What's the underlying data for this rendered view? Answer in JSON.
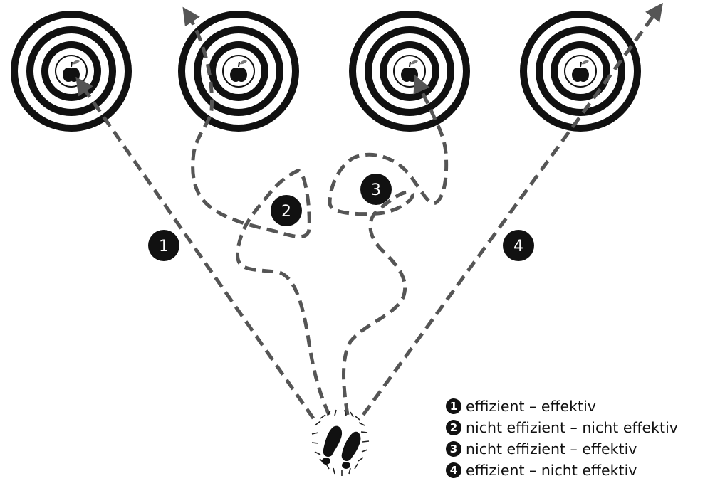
{
  "path_labels": [
    "1",
    "2",
    "3",
    "4"
  ],
  "legend": [
    {
      "number": "1",
      "text": "effizient – effektiv"
    },
    {
      "number": "2",
      "text": "nicht effizient – nicht effektiv"
    },
    {
      "number": "3",
      "text": "nicht effizient – effektiv"
    },
    {
      "number": "4",
      "text": "effizient – nicht effektiv"
    }
  ],
  "icons": {
    "target": "target-rings-icon",
    "apple": "apple-icon",
    "start": "footprints-icon"
  },
  "colors": {
    "rings": "#111111",
    "path": "#555555",
    "badge": "#111111",
    "badge_text": "#ffffff"
  }
}
